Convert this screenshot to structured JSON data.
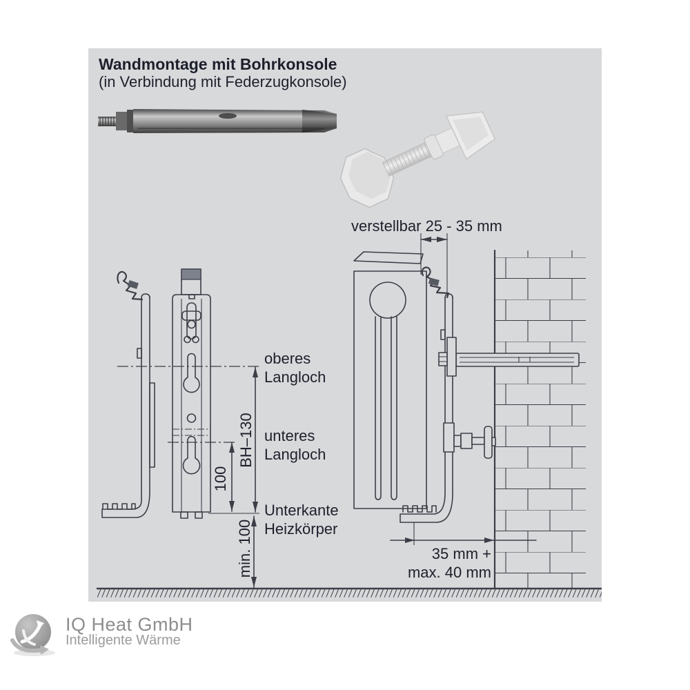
{
  "colors": {
    "panel_bg": "#d8d9db",
    "line": "#3d3d47",
    "text": "#1d202b",
    "logo_gray": "#8d8d8d",
    "logo_gray2": "#9b9b9b"
  },
  "panel": {
    "title": "Wandmontage mit Bohrkonsole",
    "subtitle": "(in Verbindung mit Federzugkonsole)"
  },
  "photos": {
    "anchor_bolt_icon": "drill-anchor-bolt-photo",
    "adjuster_knob_icon": "adjuster-knob-photo"
  },
  "diagram": {
    "adjust_range_label": "verstellbar 25 - 35 mm",
    "upper_slot_label": "oberes\nLangloch",
    "lower_slot_label": "unteres\nLangloch",
    "bottom_edge_label": "Unterkante\nHeizkörper",
    "bh_dim_label": "BH–130",
    "slot_spacing_label": "100",
    "min_clearance_label": "min. 100",
    "wall_distance_label": "35 mm +\nmax. 40 mm"
  },
  "footer": {
    "company": "IQ Heat GmbH",
    "tagline": "Intelligente Wärme",
    "logo_icon": "iq-heat-globe-icon"
  }
}
